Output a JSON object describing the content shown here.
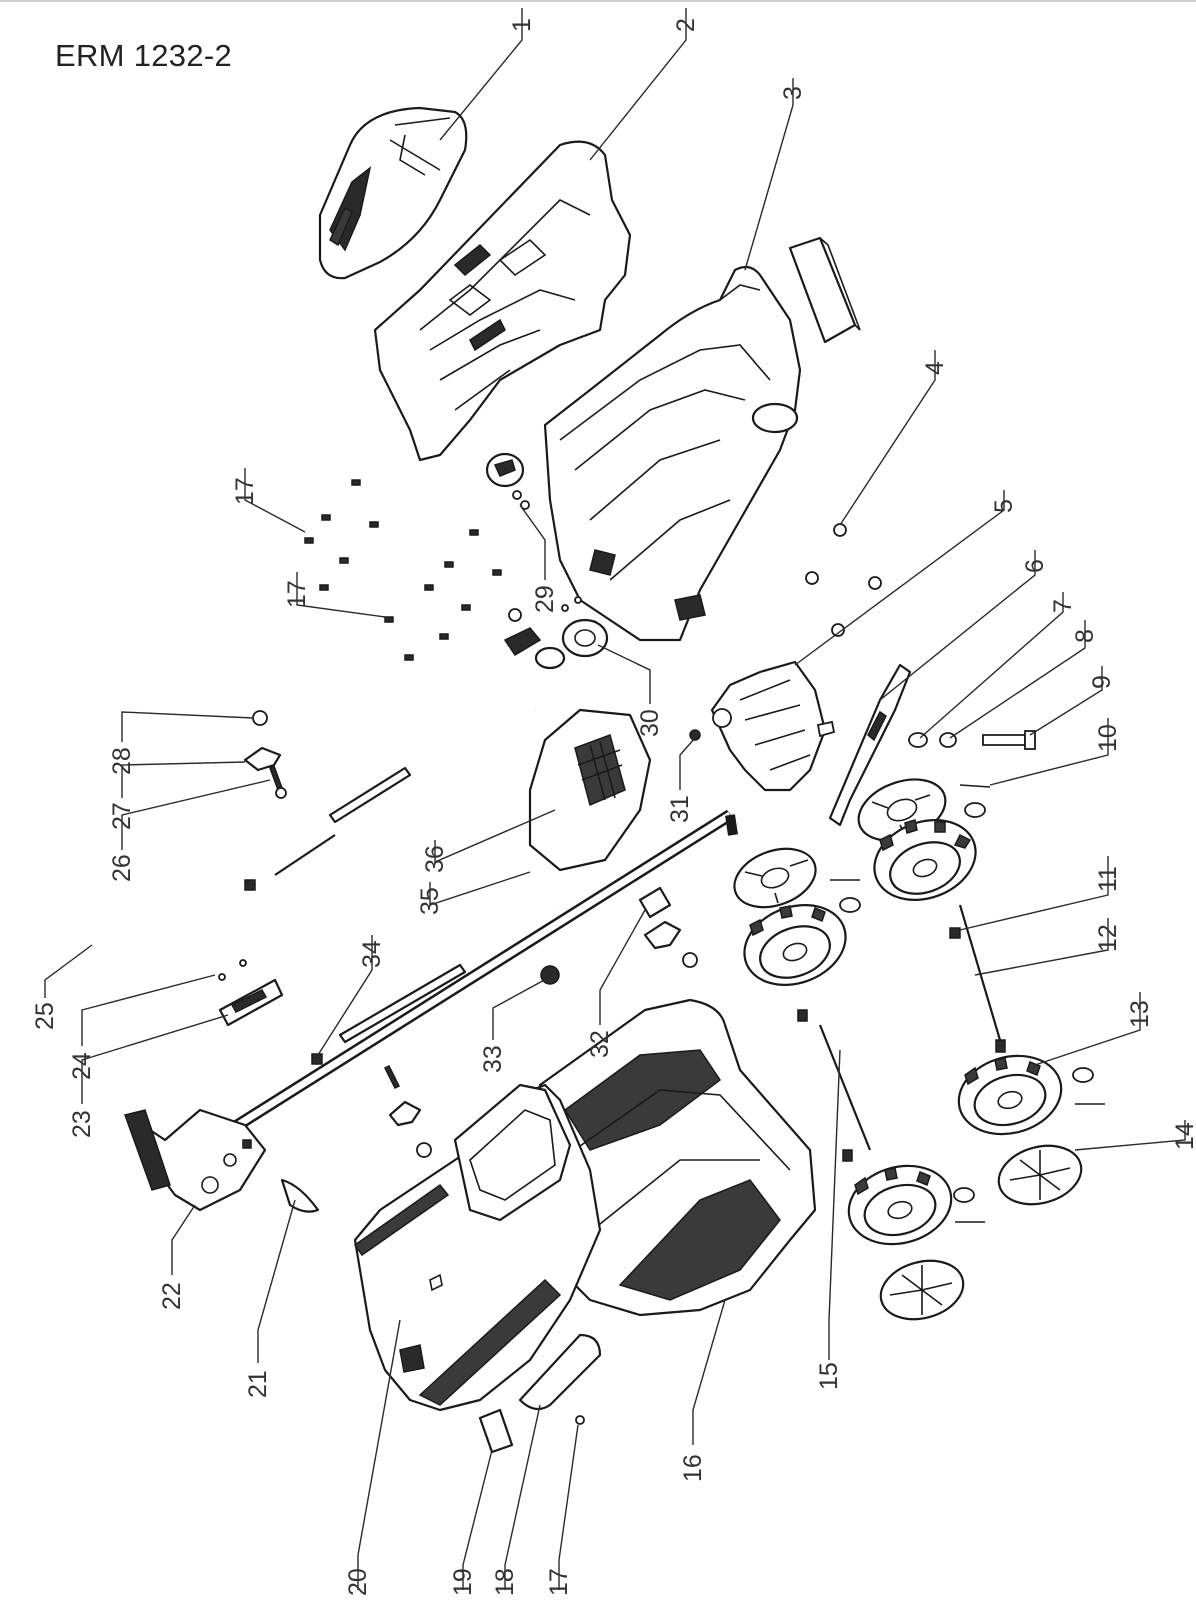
{
  "title": "ERM 1232-2",
  "callouts": [
    {
      "id": "1",
      "label": "1"
    },
    {
      "id": "2",
      "label": "2"
    },
    {
      "id": "3",
      "label": "3"
    },
    {
      "id": "4",
      "label": "4"
    },
    {
      "id": "5",
      "label": "5"
    },
    {
      "id": "6",
      "label": "6"
    },
    {
      "id": "7",
      "label": "7"
    },
    {
      "id": "8",
      "label": "8"
    },
    {
      "id": "9",
      "label": "9"
    },
    {
      "id": "10",
      "label": "10"
    },
    {
      "id": "11",
      "label": "11"
    },
    {
      "id": "12",
      "label": "12"
    },
    {
      "id": "13",
      "label": "13"
    },
    {
      "id": "14",
      "label": "14"
    },
    {
      "id": "15",
      "label": "15"
    },
    {
      "id": "16",
      "label": "16"
    },
    {
      "id": "17a",
      "label": "17"
    },
    {
      "id": "17b",
      "label": "17"
    },
    {
      "id": "17c",
      "label": "17"
    },
    {
      "id": "18",
      "label": "18"
    },
    {
      "id": "19",
      "label": "19"
    },
    {
      "id": "20",
      "label": "20"
    },
    {
      "id": "21",
      "label": "21"
    },
    {
      "id": "22",
      "label": "22"
    },
    {
      "id": "23",
      "label": "23"
    },
    {
      "id": "24",
      "label": "24"
    },
    {
      "id": "25",
      "label": "25"
    },
    {
      "id": "26",
      "label": "26"
    },
    {
      "id": "27",
      "label": "27"
    },
    {
      "id": "28",
      "label": "28"
    },
    {
      "id": "29",
      "label": "29"
    },
    {
      "id": "30",
      "label": "30"
    },
    {
      "id": "31",
      "label": "31"
    },
    {
      "id": "32",
      "label": "32"
    },
    {
      "id": "33",
      "label": "33"
    },
    {
      "id": "34",
      "label": "34"
    },
    {
      "id": "35",
      "label": "35"
    },
    {
      "id": "36",
      "label": "36"
    }
  ]
}
